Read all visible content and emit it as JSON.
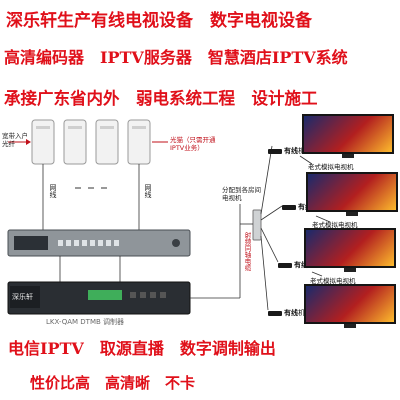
{
  "headlines": [
    "深乐轩生产有线电视设备　数字电视设备",
    "高清编码器　IPTV服务器　智慧酒店IPTV系统",
    "承接广东省内外　弱电系统工程　设计施工"
  ],
  "diagram": {
    "fiber_in": "宽带入户光纤",
    "optical_modem": "光猫（只需开通IPTV业务）",
    "cable_label": "网线",
    "rf_label": "射频同轴电缆",
    "splitter_label": "分配到各房间电视机",
    "device_brand": "深乐轩",
    "device_model": "LKX-QAM DTMB 调制器",
    "stb_bold": "有线",
    "stb_rest": "机顶盒",
    "tv_caption": "老式模拟电视机"
  },
  "bottom_lines": [
    "电信IPTV　取源直播　数字调制输出",
    "性价比高　高清晰　不卡"
  ]
}
